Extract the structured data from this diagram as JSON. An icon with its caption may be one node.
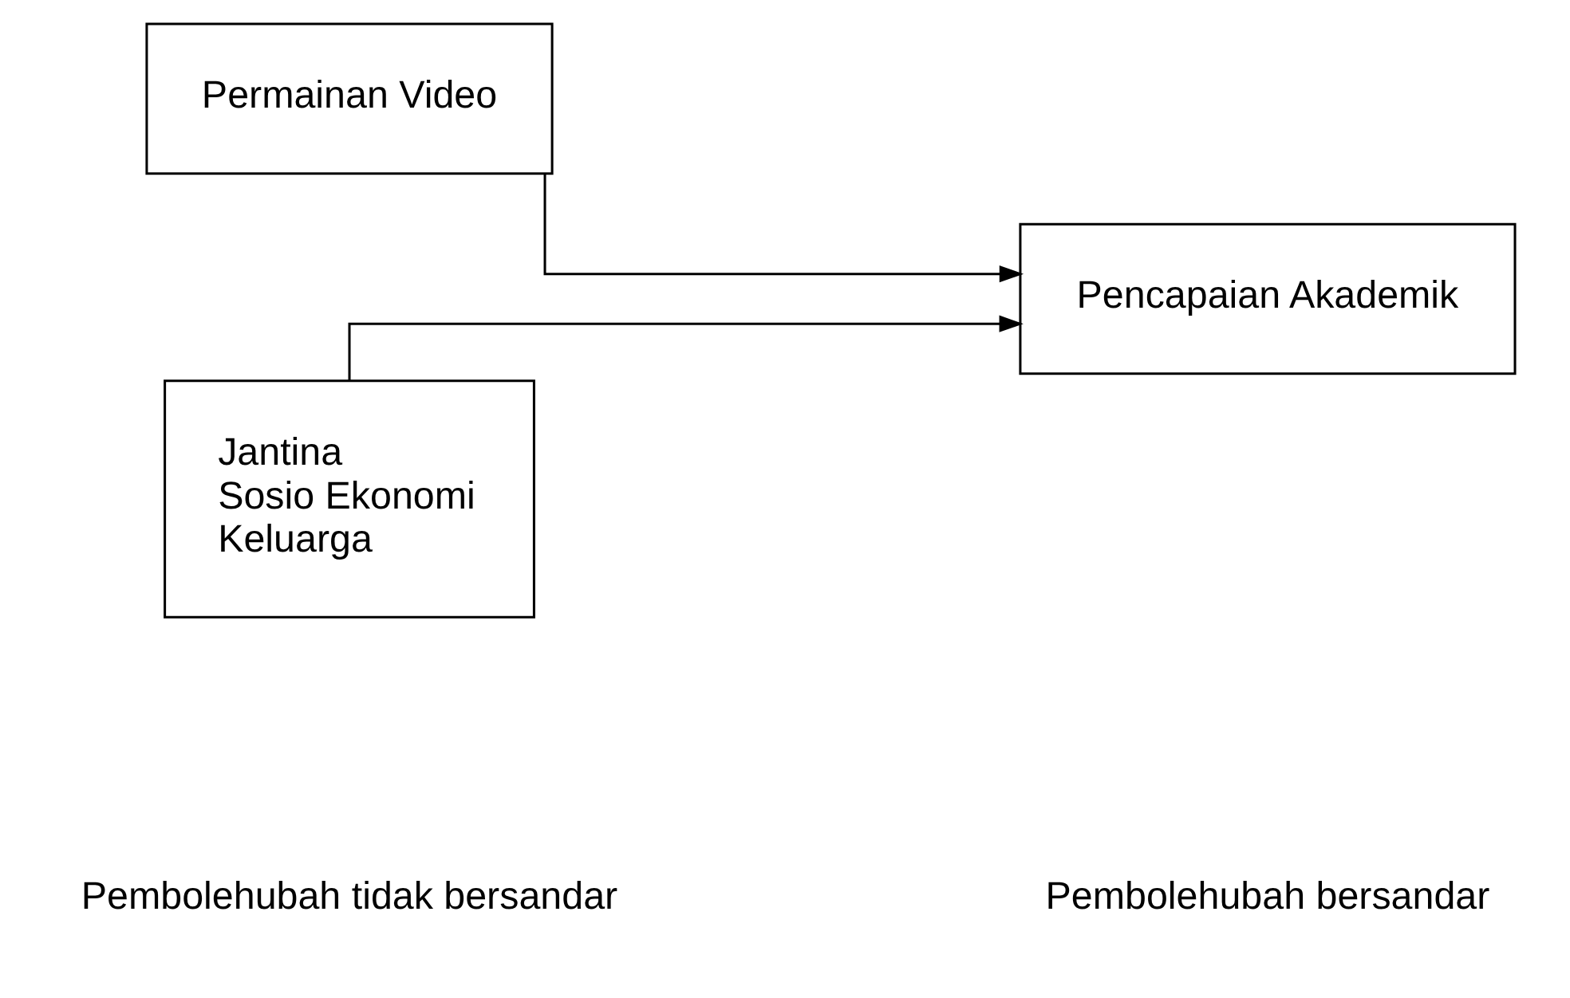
{
  "diagram": {
    "nodes": [
      {
        "text": [
          "Permainan Video"
        ]
      },
      {
        "text": [
          "Pencapaian Akademik"
        ]
      },
      {
        "text": [
          "Jantina",
          "Sosio Ekonomi",
          "Keluarga"
        ]
      }
    ],
    "edges": [
      {
        "from": 0,
        "to": 1,
        "arrow": "to"
      },
      {
        "from": 2,
        "to": 1,
        "arrow": "to"
      }
    ],
    "labels": [
      "Pembolehubah tidak bersandar",
      "Pembolehubah bersandar"
    ]
  }
}
